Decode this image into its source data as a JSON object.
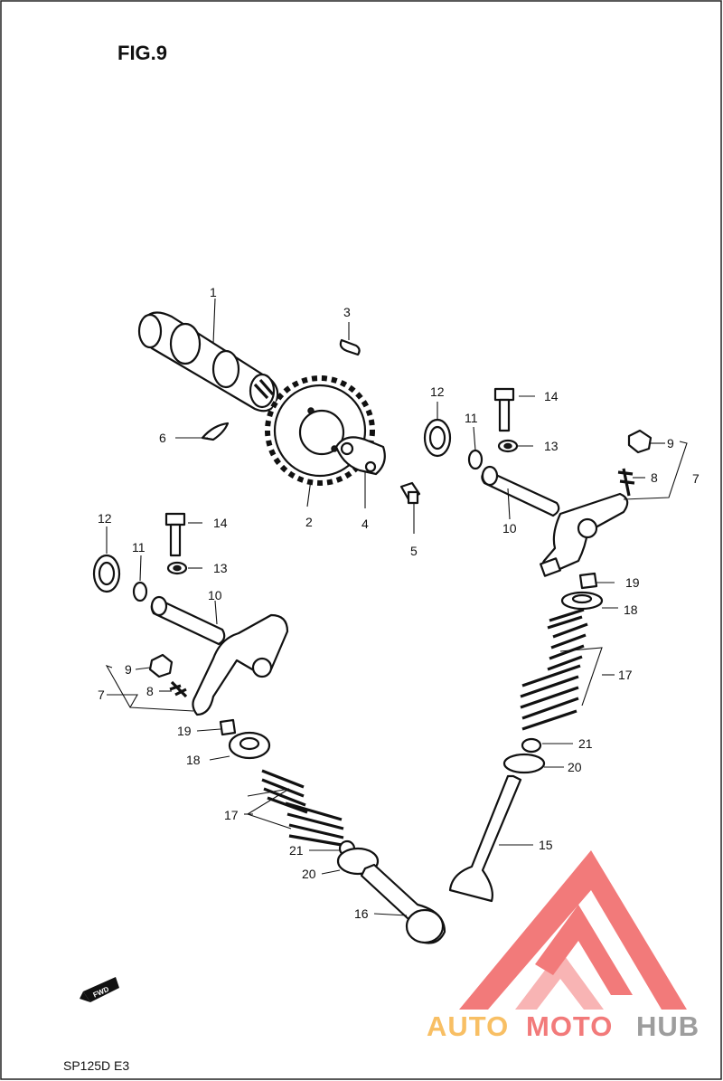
{
  "figure": {
    "title": "FIG.9"
  },
  "footer": {
    "model": "SP125D  E3"
  },
  "arrow_label": "FWD",
  "watermark": {
    "text_a": "AUTO",
    "text_b": "MOTO",
    "text_c": "HUB",
    "color_primary": "#f06363",
    "color_secondary": "#f7a8a8",
    "color_dark": "#8c8c8c"
  },
  "callouts": [
    "1",
    "2",
    "3",
    "4",
    "5",
    "6",
    "7",
    "8",
    "9",
    "10",
    "11",
    "12",
    "13",
    "14",
    "15",
    "16",
    "17",
    "18",
    "19",
    "20",
    "21",
    "7",
    "8",
    "9",
    "10",
    "11",
    "12",
    "13",
    "14",
    "17",
    "18",
    "19",
    "20",
    "21"
  ]
}
